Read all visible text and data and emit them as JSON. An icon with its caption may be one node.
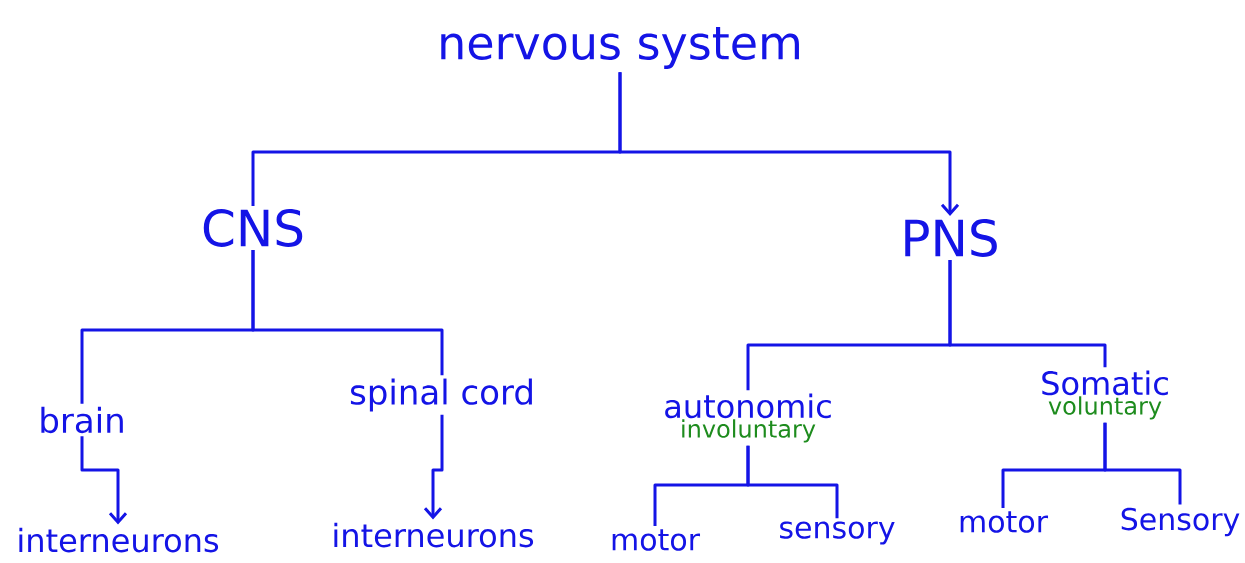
{
  "diagram": {
    "nodes": [
      {
        "text": [
          "nervous system"
        ]
      },
      {
        "text": [
          "CNS"
        ]
      },
      {
        "text": [
          "PNS"
        ]
      },
      {
        "text": [
          "brain"
        ]
      },
      {
        "text": [
          "spinal cord"
        ]
      },
      {
        "text": [
          "interneurons"
        ]
      },
      {
        "text": [
          "interneurons"
        ]
      },
      {
        "text": [
          "autonomic",
          "involuntary"
        ]
      },
      {
        "text": [
          "Somatic",
          "voluntary"
        ]
      },
      {
        "text": [
          "motor"
        ]
      },
      {
        "text": [
          "sensory"
        ]
      },
      {
        "text": [
          "motor"
        ]
      },
      {
        "text": [
          "Sensory"
        ]
      }
    ],
    "edges": [
      {
        "from": 0,
        "to": 1,
        "arrow": "none"
      },
      {
        "from": 0,
        "to": 2,
        "arrow": "to"
      },
      {
        "from": 1,
        "to": 3,
        "arrow": "none"
      },
      {
        "from": 1,
        "to": 4,
        "arrow": "none"
      },
      {
        "from": 3,
        "to": 5,
        "arrow": "to"
      },
      {
        "from": 4,
        "to": 6,
        "arrow": "to"
      },
      {
        "from": 2,
        "to": 7,
        "arrow": "none"
      },
      {
        "from": 2,
        "to": 8,
        "arrow": "none"
      },
      {
        "from": 7,
        "to": 9,
        "arrow": "none"
      },
      {
        "from": 7,
        "to": 10,
        "arrow": "none"
      },
      {
        "from": 8,
        "to": 11,
        "arrow": "none"
      },
      {
        "from": 8,
        "to": 12,
        "arrow": "none"
      }
    ]
  }
}
